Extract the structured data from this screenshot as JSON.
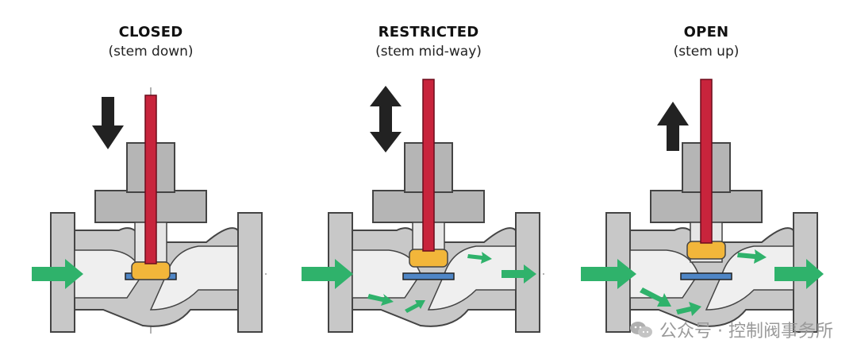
{
  "panels": [
    {
      "title": "CLOSED",
      "subtitle": "(stem down)",
      "state": "closed"
    },
    {
      "title": "RESTRICTED",
      "subtitle": "(stem mid-way)",
      "state": "restricted"
    },
    {
      "title": "OPEN",
      "subtitle": "(stem up)",
      "state": "open"
    }
  ],
  "watermark": "公众号 · 控制阀事务所",
  "colors": {
    "body": "#c8c8c8",
    "body_stroke": "#444444",
    "stem": "#c8243c",
    "plug": "#f2b63a",
    "seat": "#4f86c6",
    "flow": "#2fb26b",
    "arrow": "#222222"
  }
}
